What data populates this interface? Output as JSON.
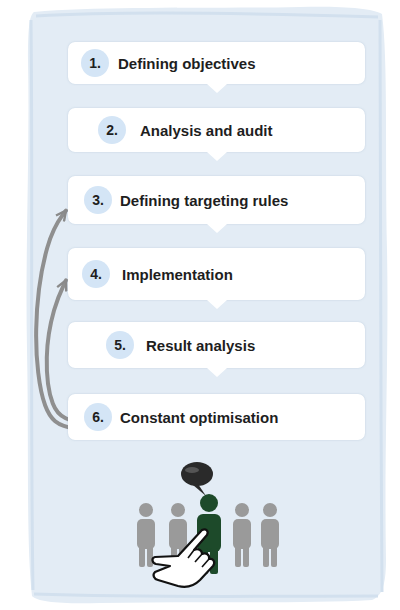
{
  "diagram": {
    "nodes": [
      {
        "text": [
          "Defining objectives"
        ]
      },
      {
        "text": [
          "1."
        ],
        "in": 0
      },
      {
        "text": [
          "Analysis and audit"
        ]
      },
      {
        "text": [
          "2."
        ],
        "in": 2
      },
      {
        "text": [
          "Defining targeting rules"
        ]
      },
      {
        "text": [
          "3."
        ],
        "in": 4
      },
      {
        "text": [
          "Implementation"
        ]
      },
      {
        "text": [
          "4."
        ],
        "in": 6
      },
      {
        "text": [
          "Result analysis"
        ]
      },
      {
        "text": [
          "5."
        ],
        "in": 8
      },
      {
        "text": [
          "Constant optimisation"
        ]
      },
      {
        "text": [
          "6."
        ],
        "in": 10
      }
    ],
    "edges": [
      {
        "from": 10,
        "to": 4,
        "arrow": "to"
      },
      {
        "from": 10,
        "to": 6,
        "arrow": "to"
      }
    ]
  }
}
